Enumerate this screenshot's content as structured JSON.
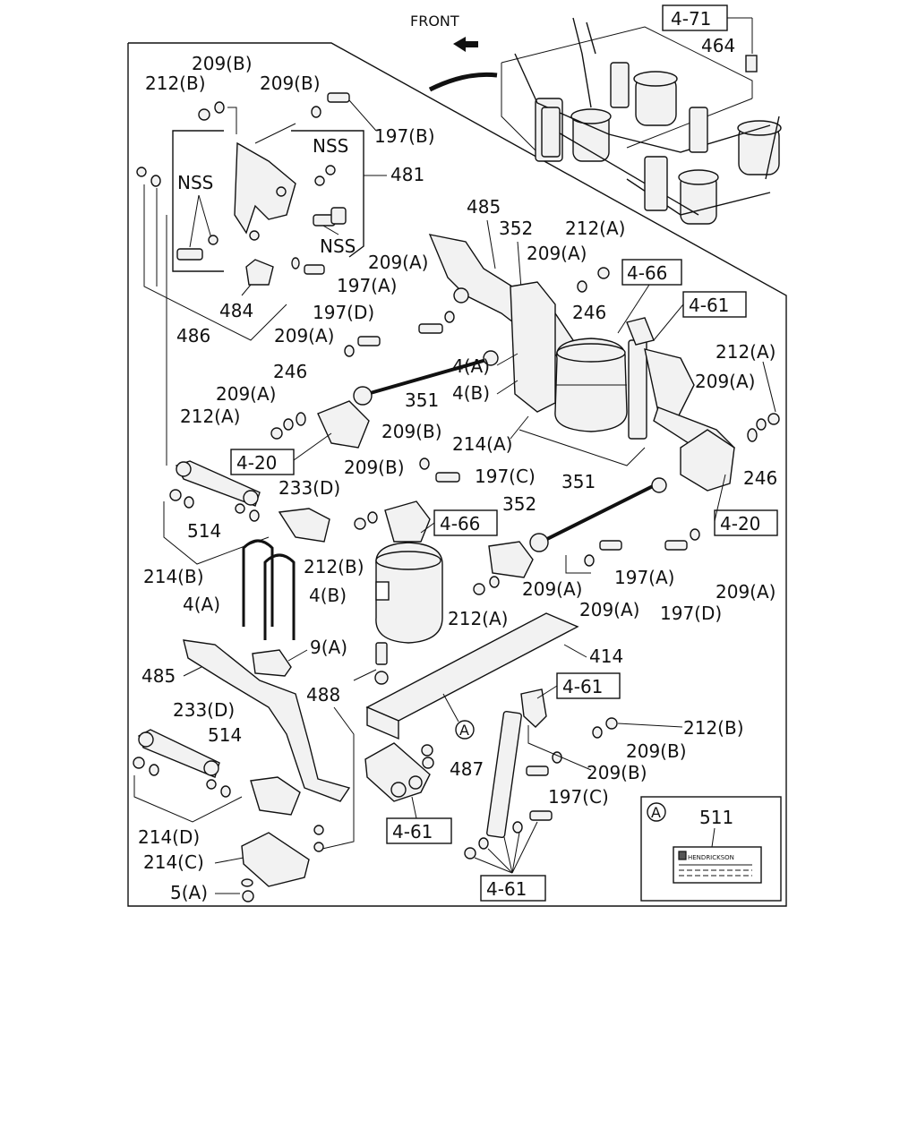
{
  "header": {
    "front_label": "FRONT"
  },
  "callouts": {
    "c_4_71": "4-71",
    "c_4_66_top": "4-66",
    "c_4_61_top": "4-61",
    "c_4_20_left": "4-20",
    "c_4_66_mid": "4-66",
    "c_4_20_right": "4-20",
    "c_4_61_mid": "4-61",
    "c_4_61_low": "4-61",
    "c_4_61_bottom": "4-61"
  },
  "labels": {
    "l464": "464",
    "l209b_1": "209(B)",
    "l212b_1": "212(B)",
    "l209b_2": "209(B)",
    "l197b": "197(B)",
    "nss_1": "NSS",
    "nss_2": "NSS",
    "nss_3": "NSS",
    "l481": "481",
    "l484": "484",
    "l486": "486",
    "l485_top": "485",
    "l352_top": "352",
    "l212a_1": "212(A)",
    "l209a_1": "209(A)",
    "l209a_2": "209(A)",
    "l197a_1": "197(A)",
    "l246_1": "246",
    "l197d_1": "197(D)",
    "l209a_3": "209(A)",
    "l4a_1": "4(A)",
    "l4b_1": "4(B)",
    "l246_2": "246",
    "l209a_4": "209(A)",
    "l351_1": "351",
    "l212a_2": "212(A)",
    "l212a_3": "212(A)",
    "l209a_5": "209(A)",
    "l209b_3": "209(B)",
    "l214a": "214(A)",
    "l246_3": "246",
    "l209b_4": "209(B)",
    "l197c_1": "197(C)",
    "l351_2": "351",
    "l233d_1": "233(D)",
    "l352_mid": "352",
    "l514_1": "514",
    "l214b": "214(B)",
    "l212b_2": "212(B)",
    "l4a_2": "4(A)",
    "l4b_2": "4(B)",
    "l209a_6": "209(A)",
    "l197a_2": "197(A)",
    "l209a_7": "209(A)",
    "l212a_4": "212(A)",
    "l209a_8": "209(A)",
    "l197d_2": "197(D)",
    "l9a": "9(A)",
    "l414": "414",
    "l485_low": "485",
    "l488": "488",
    "l233d_2": "233(D)",
    "l514_2": "514",
    "l212b_3": "212(B)",
    "l209b_5": "209(B)",
    "l487": "487",
    "l209b_6": "209(B)",
    "l197c_2": "197(C)",
    "l214d": "214(D)",
    "l214c": "214(C)",
    "l5a": "5(A)",
    "ref_a_marker": "A"
  },
  "inset": {
    "marker": "A",
    "part_number": "511",
    "plate_text": "HENDRICKSON"
  }
}
